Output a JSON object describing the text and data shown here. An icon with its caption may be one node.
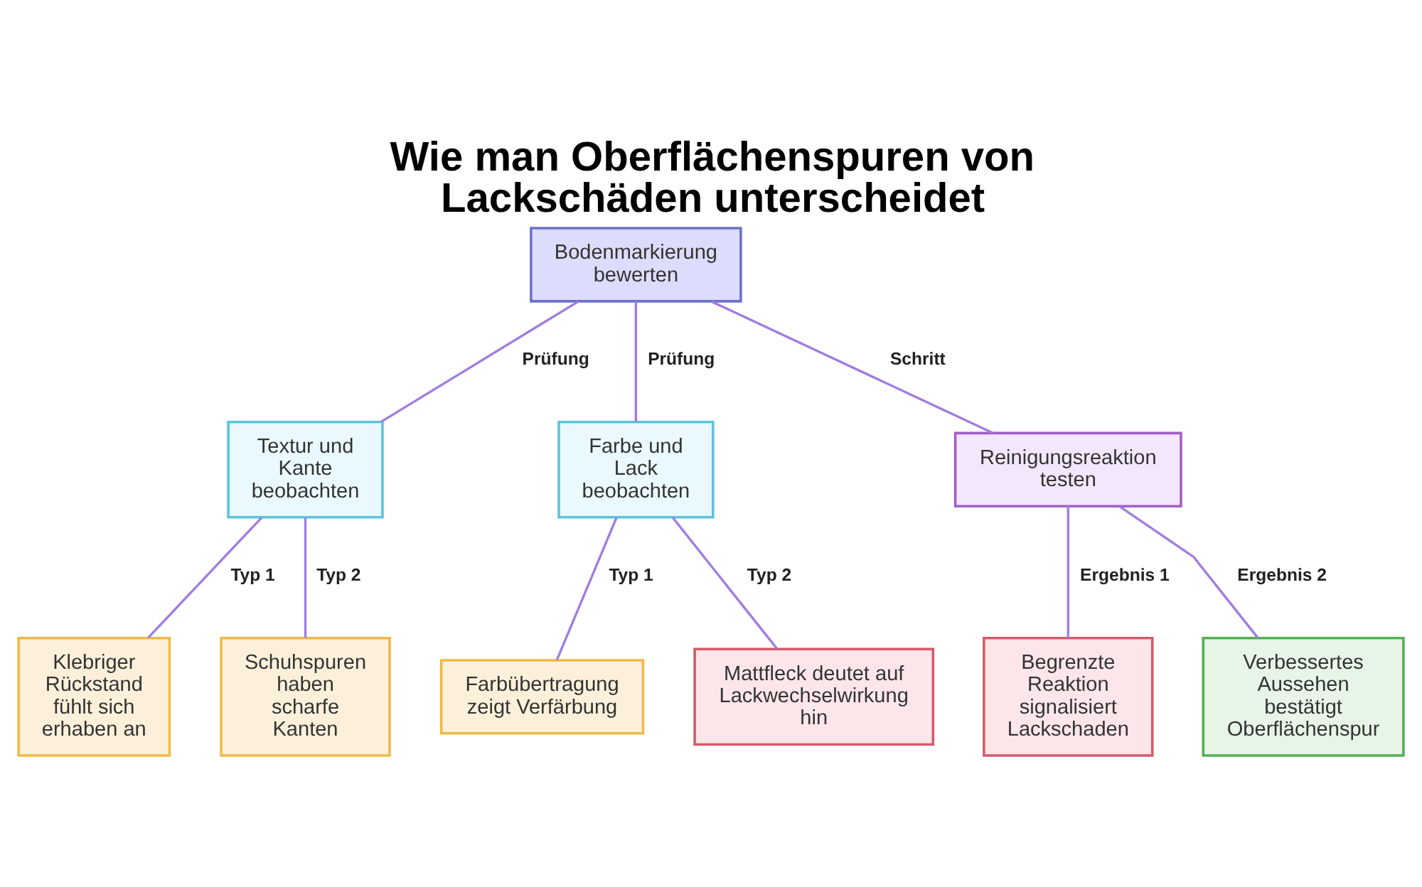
{
  "diagram": {
    "title": "Wie man Oberflächenspuren von Lackschäden unterscheidet",
    "nodes": [
      {
        "text": [
          "Bodenmarkierung bewerten"
        ]
      },
      {
        "text": [
          "Textur und Kante beobachten"
        ]
      },
      {
        "text": [
          "Farbe und Lack beobachten"
        ]
      },
      {
        "text": [
          "Reinigungsreaktion testen"
        ]
      },
      {
        "text": [
          "Klebriger Rückstand fühlt sich erhaben an"
        ]
      },
      {
        "text": [
          "Schuhspuren haben scharfe Kanten"
        ]
      },
      {
        "text": [
          "Farbübertragung zeigt Verfärbung"
        ]
      },
      {
        "text": [
          "Mattfleck deutet auf Lackwechselwirkung hin"
        ]
      },
      {
        "text": [
          "Begrenzte Reaktion signalisiert Lackschaden"
        ]
      },
      {
        "text": [
          "Verbessertes Aussehen bestätigt Oberflächenspur"
        ]
      }
    ],
    "edges": [
      {
        "from": 0,
        "to": 1,
        "arrow": "none",
        "label": "Prüfung"
      },
      {
        "from": 0,
        "to": 2,
        "arrow": "none",
        "label": "Prüfung"
      },
      {
        "from": 0,
        "to": 3,
        "arrow": "none",
        "label": "Schritt"
      },
      {
        "from": 1,
        "to": 4,
        "arrow": "none",
        "label": "Typ 1"
      },
      {
        "from": 1,
        "to": 5,
        "arrow": "none",
        "label": "Typ 2"
      },
      {
        "from": 2,
        "to": 6,
        "arrow": "none",
        "label": "Typ 1"
      },
      {
        "from": 2,
        "to": 7,
        "arrow": "none",
        "label": "Typ 2"
      },
      {
        "from": 3,
        "to": 8,
        "arrow": "none",
        "label": "Ergebnis 1"
      },
      {
        "from": 3,
        "to": 9,
        "arrow": "none",
        "label": "Ergebnis 2"
      }
    ]
  }
}
